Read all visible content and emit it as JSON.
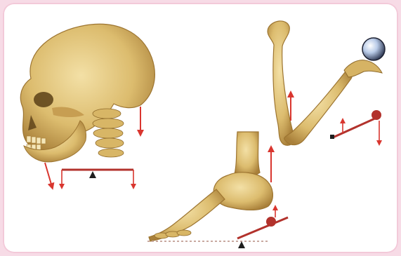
{
  "figure": {
    "background": "#f7dbe6",
    "panel_color": "#ffffff",
    "bone_color": "#e2c47a",
    "bone_shade": "#b48a3c",
    "force_arrow_color": "#d9362f",
    "lever_bar_color": "#b2322c",
    "fulcrum_color": "#1e1e1e",
    "weight_ball_color": "#c8d7ee",
    "panels": [
      {
        "name": "skull-neck-lever"
      },
      {
        "name": "arm-with-ball-lever"
      },
      {
        "name": "foot-tiptoe-lever"
      }
    ]
  }
}
